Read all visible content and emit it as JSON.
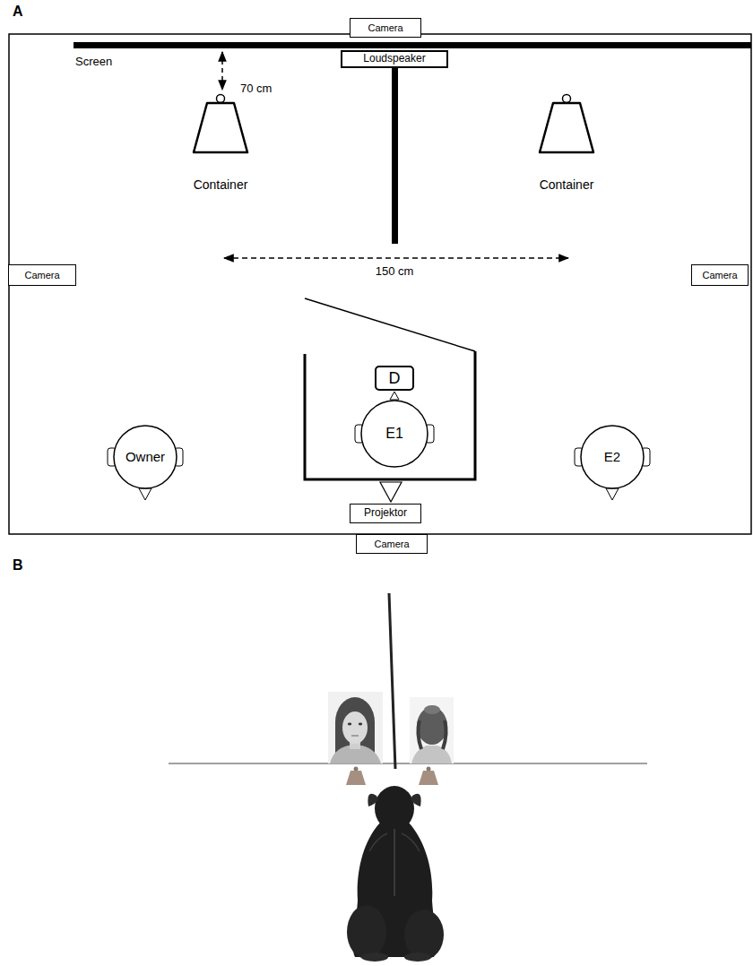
{
  "diagram": {
    "nodes": [
      {
        "text": [
          "Camera"
        ]
      },
      {
        "text": [
          "Loudspeaker"
        ]
      },
      {
        "text": [
          "Container"
        ]
      },
      {
        "text": [
          "Container"
        ]
      },
      {
        "text": [
          "Camera"
        ]
      },
      {
        "text": [
          "Camera"
        ]
      },
      {
        "text": [
          "D"
        ]
      },
      {
        "text": [
          "E1"
        ]
      },
      {
        "text": [
          "Owner"
        ]
      },
      {
        "text": [
          "E2"
        ]
      },
      {
        "text": [
          "Projektor"
        ]
      },
      {
        "text": [
          "Camera"
        ]
      }
    ],
    "labels": [
      "A",
      "Screen",
      "70 cm",
      "150 cm",
      "B"
    ]
  }
}
